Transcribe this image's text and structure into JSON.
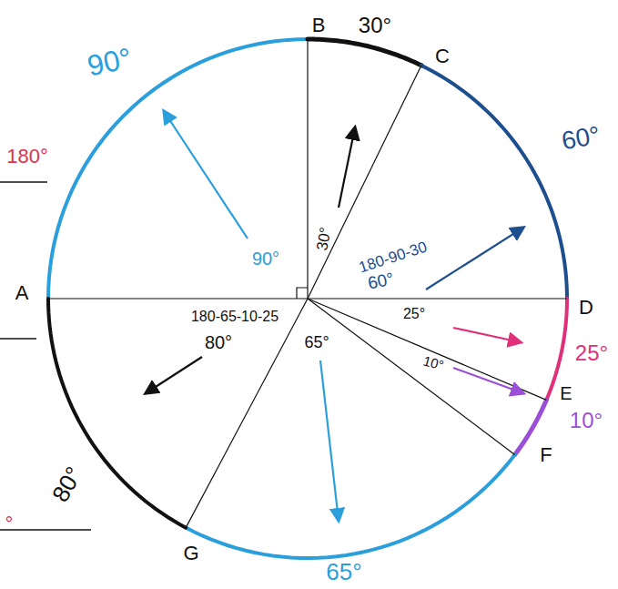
{
  "diagram": {
    "labels": [
      "B",
      "30°",
      "C",
      "90°",
      "180°",
      "60°",
      "A",
      "D",
      "25°",
      "E",
      "10°",
      "F",
      "G",
      "65°",
      "80°",
      "°",
      "30°",
      "90°",
      "180-90-30",
      "60°",
      "180-65-10-25",
      "80°",
      "25°",
      "10°",
      "65°"
    ]
  }
}
